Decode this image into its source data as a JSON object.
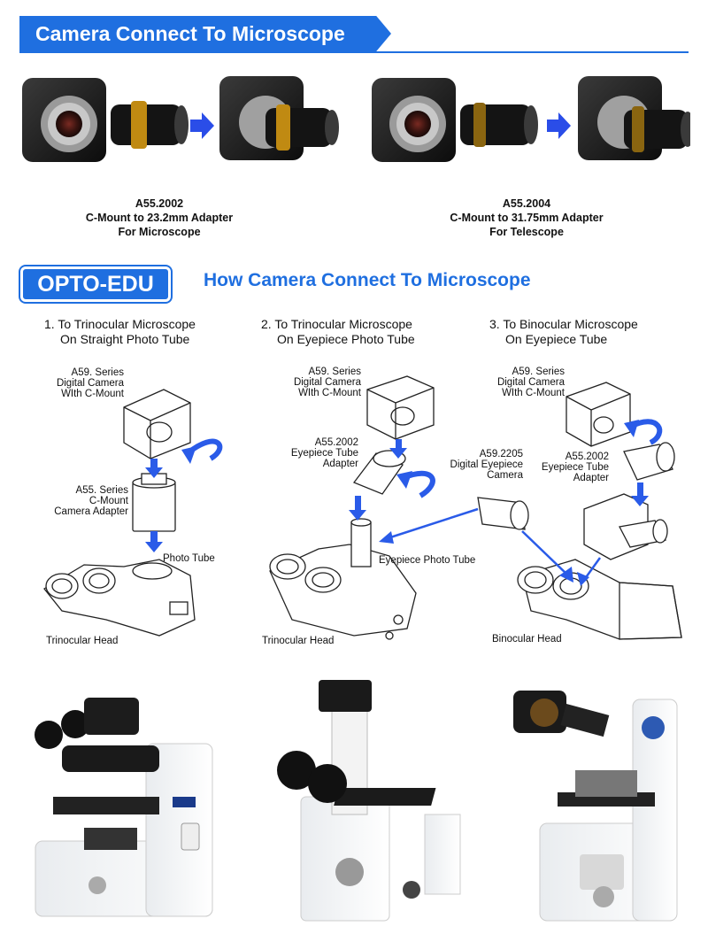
{
  "header": {
    "title": "Camera Connect To Microscope"
  },
  "adapters": [
    {
      "code": "A55.2002",
      "desc": "C-Mount to 23.2mm Adapter",
      "use": "For Microscope"
    },
    {
      "code": "A55.2004",
      "desc": "C-Mount to 31.75mm Adapter",
      "use": "For Telescope"
    }
  ],
  "brand": {
    "logo_text": "OPTO-EDU"
  },
  "section": {
    "title": "How Camera Connect To Microscope"
  },
  "steps": [
    {
      "line1": "1. To Trinocular Microscope",
      "line2": "On Straight Photo Tube"
    },
    {
      "line1": "2. To Trinocular Microscope",
      "line2": "On Eyepiece Photo Tube"
    },
    {
      "line1": "3. To Binocular Microscope",
      "line2": "On Eyepiece Tube"
    }
  ],
  "labels": {
    "camera1": [
      "A59. Series",
      "Digital Camera",
      "WIth C-Mount"
    ],
    "adapter1": [
      "A55. Series",
      "C-Mount",
      "Camera Adapter"
    ],
    "photo_tube": "Photo Tube",
    "head1": "Trinocular Head",
    "camera2": [
      "A59. Series",
      "Digital Camera",
      "WIth C-Mount"
    ],
    "adapter2": [
      "A55.2002",
      "Eyepiece Tube",
      "Adapter"
    ],
    "eyecam": [
      "A59.2205",
      "Digital Eyepiece",
      "Camera"
    ],
    "eyepiece_tube": "Eyepiece Photo Tube",
    "head2": "Trinocular Head",
    "camera3": [
      "A59. Series",
      "Digital Camera",
      "WIth C-Mount"
    ],
    "adapter3": [
      "A55.2002",
      "Eyepiece Tube",
      "Adapter"
    ],
    "head3": "Binocular  Head"
  },
  "colors": {
    "accent": "#1f6fe0",
    "arrow": "#2a5be8",
    "camera": "#1d1d1d",
    "ring": "#b8860b"
  }
}
